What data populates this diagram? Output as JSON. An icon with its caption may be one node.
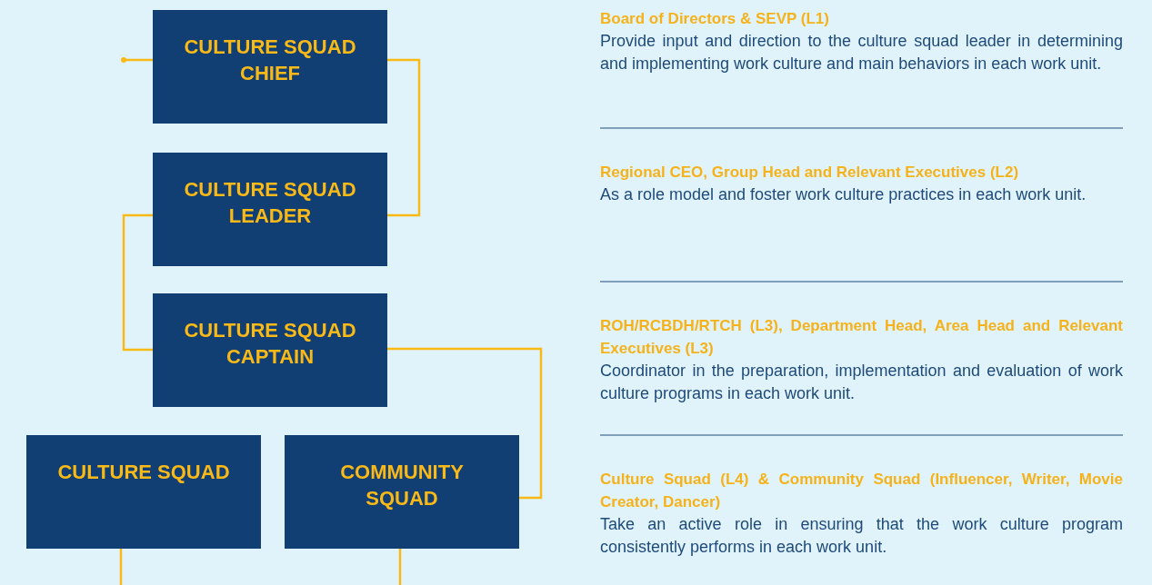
{
  "diagram": {
    "nodes": [
      {
        "text": [
          "CULTURE SQUAD CHIEF"
        ]
      },
      {
        "text": [
          "CULTURE SQUAD LEADER"
        ]
      },
      {
        "text": [
          "CULTURE SQUAD CAPTAIN"
        ]
      },
      {
        "text": [
          "CULTURE SQUAD"
        ]
      },
      {
        "text": [
          "COMMUNITY SQUAD"
        ]
      }
    ],
    "edges": [
      {
        "from": null,
        "to": 0,
        "arrow": "other"
      },
      {
        "from": 0,
        "to": 1,
        "arrow": "none"
      },
      {
        "from": 1,
        "to": 2,
        "arrow": "none"
      },
      {
        "from": 2,
        "to": 4,
        "arrow": "none"
      },
      {
        "from": 3,
        "to": null,
        "arrow": "none"
      },
      {
        "from": 4,
        "to": null,
        "arrow": "none"
      }
    ],
    "labels": [
      "Board of Directors & SEVP (L1)",
      "Provide input and direction to the culture squad leader in determining and implementing work culture and main behaviors in each work unit.",
      "Regional CEO, Group Head and Relevant Executives (L2)",
      "As a role model and foster work culture practices in each work unit.",
      "ROH/RCBDH/RTCH (L3), Department Head, Area Head and Relevant Executives (L3)",
      "Coordinator in the preparation, implementation and evaluation of work culture programs in each work unit.",
      "Culture Squad (L4) & Community Squad (Influencer, Writer, Movie Creator, Dancer)",
      "Take an active role in ensuring that the work culture program consistently performs in each work unit."
    ]
  }
}
